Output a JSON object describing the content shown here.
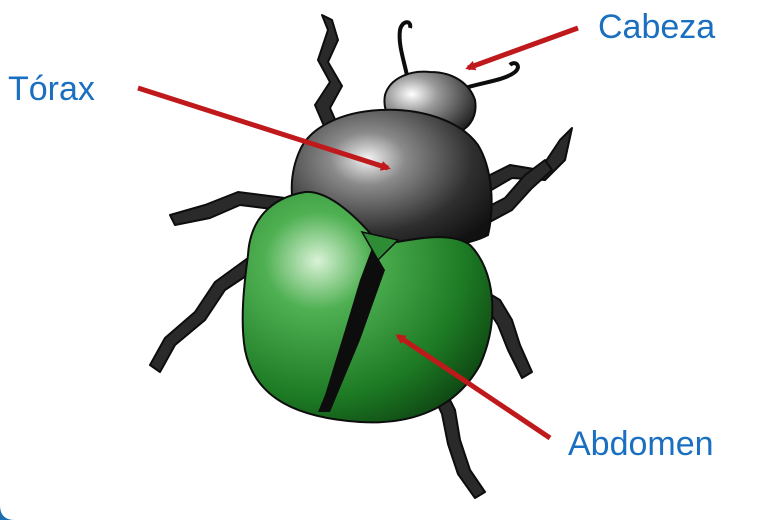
{
  "labels": {
    "head": "Cabeza",
    "thorax": "Tórax",
    "abdomen": "Abdomen"
  },
  "colors": {
    "label_text": "#1a6fc0",
    "arrow": "#c0191c",
    "elytra": "#1f7a26",
    "thorax": "#3a3a3a",
    "legs": "#2a2a2a",
    "corner_accent": "#1f6fb0"
  },
  "icons": {
    "illustration": "beetle-icon"
  }
}
